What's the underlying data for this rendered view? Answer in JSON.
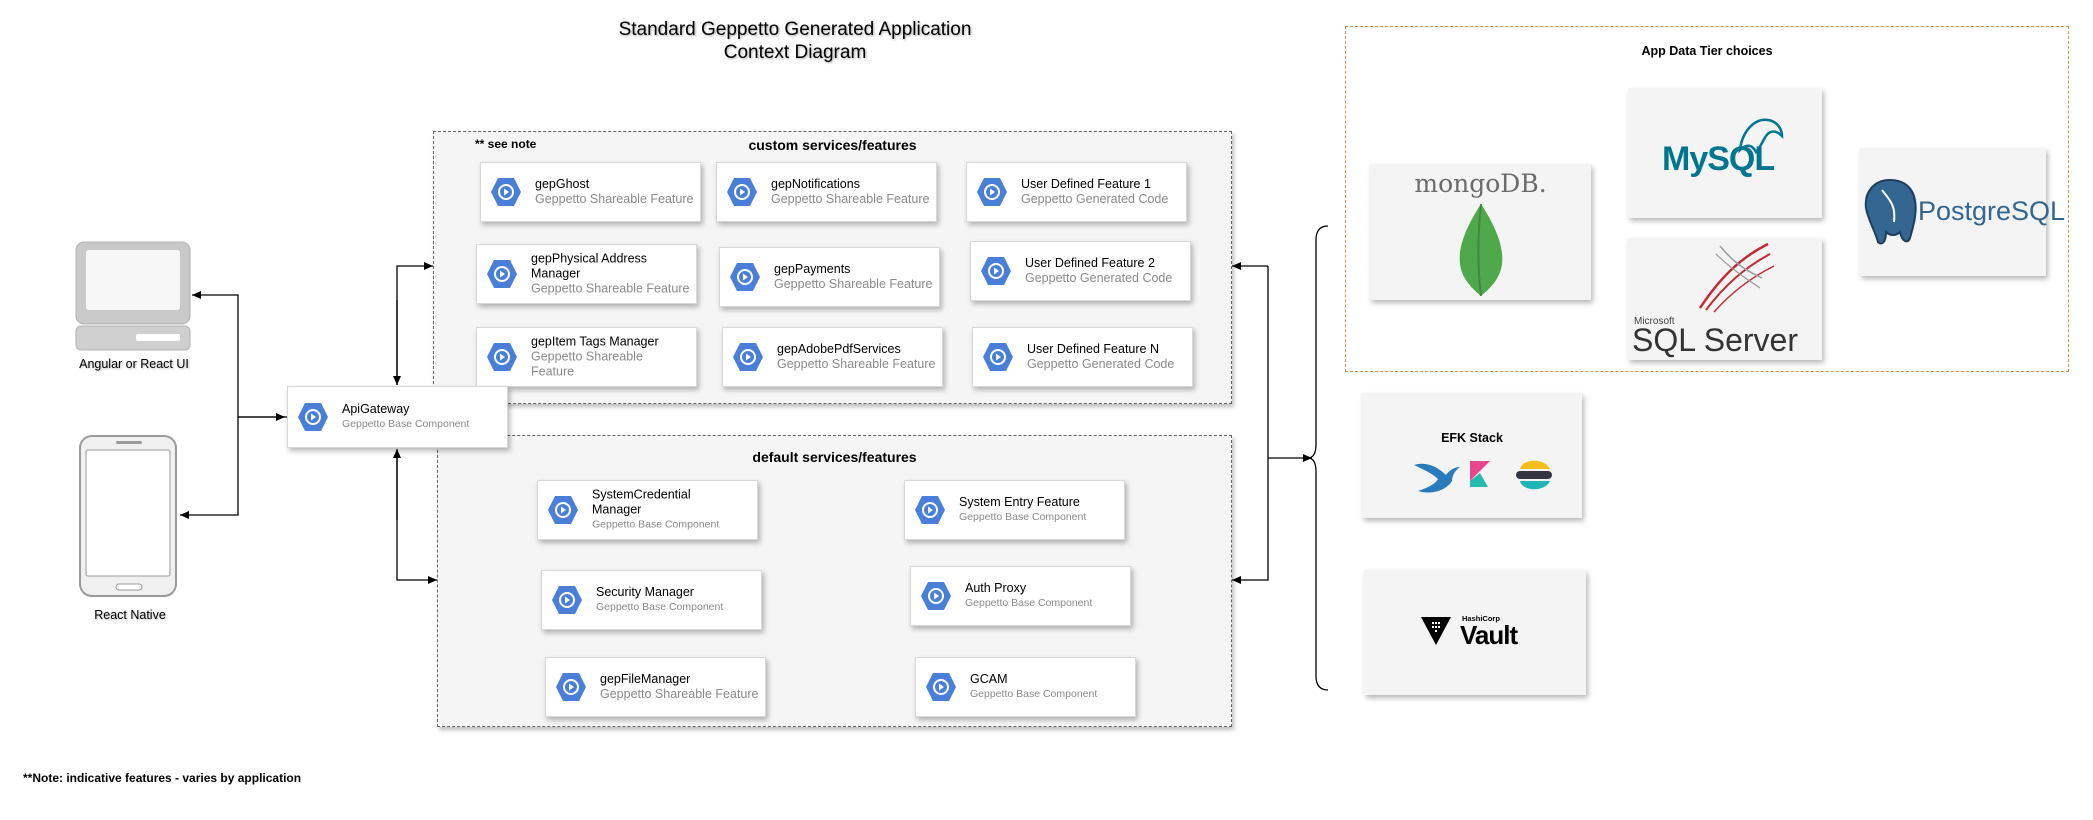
{
  "title": {
    "line1": "Standard Geppetto Generated Application",
    "line2": "Context Diagram"
  },
  "clients": {
    "web_label": "Angular or React UI",
    "mobile_label": "React Native"
  },
  "gateway": {
    "name": "ApiGateway",
    "sub": "Geppetto Base Component"
  },
  "custom_group": {
    "title": "custom services/features",
    "note": "** see note",
    "items": [
      {
        "name": "gepGhost",
        "sub": "Geppetto Shareable Feature"
      },
      {
        "name": "gepNotifications",
        "sub": "Geppetto Shareable Feature"
      },
      {
        "name": "User Defined Feature 1",
        "sub": "Geppetto Generated Code"
      },
      {
        "name": "gepPhysical Address Manager",
        "sub": "Geppetto Shareable Feature"
      },
      {
        "name": "gepPayments",
        "sub": "Geppetto Shareable Feature"
      },
      {
        "name": "User Defined Feature 2",
        "sub": "Geppetto Generated Code"
      },
      {
        "name": "gepItem Tags Manager",
        "sub": "Geppetto Shareable Feature"
      },
      {
        "name": "gepAdobePdfServices",
        "sub": "Geppetto Shareable Feature"
      },
      {
        "name": "User Defined Feature N",
        "sub": "Geppetto Generated Code"
      }
    ]
  },
  "default_group": {
    "title": "default services/features",
    "items": [
      {
        "name": "SystemCredential Manager",
        "sub": "Geppetto Base Component"
      },
      {
        "name": "System Entry Feature",
        "sub": "Geppetto Base Component"
      },
      {
        "name": "Security Manager",
        "sub": "Geppetto Base Component"
      },
      {
        "name": "Auth Proxy",
        "sub": "Geppetto Base Component"
      },
      {
        "name": "gepFileManager",
        "sub": "Geppetto Shareable Feature"
      },
      {
        "name": "GCAM",
        "sub": "Geppetto Base Component"
      }
    ]
  },
  "data_tier": {
    "title": "App Data Tier choices",
    "mongodb": "mongoDB.",
    "mysql": "MySQL",
    "mssql_brand": "Microsoft",
    "mssql": "SQL Server",
    "postgres": "PostgreSQL"
  },
  "efk": {
    "title": "EFK Stack"
  },
  "vault": {
    "brand": "HashiCorp",
    "name": "Vault"
  },
  "footnote": "**Note: indicative features - varies by application",
  "colors": {
    "gcp_blue": "#4a7fd9",
    "mongo_green": "#4fa84a",
    "mysql_blue": "#00758f",
    "mysql_orange": "#f29111",
    "postgres_blue": "#336791"
  }
}
